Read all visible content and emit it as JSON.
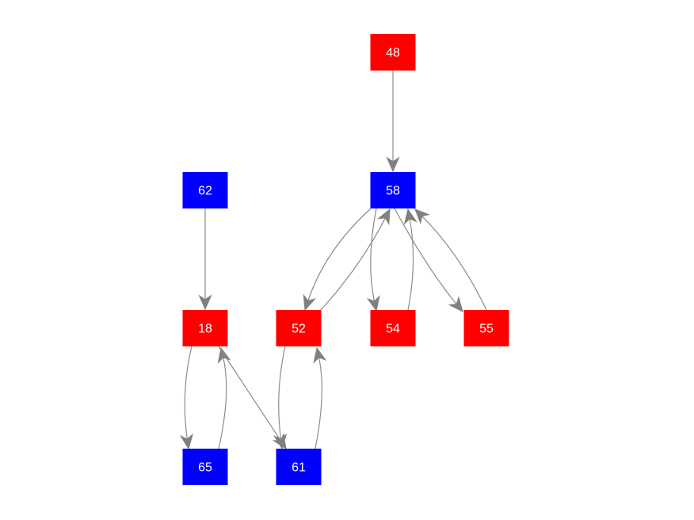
{
  "colors": {
    "red": "#ff0000",
    "blue": "#0000ff",
    "edge": "#8c8c8c",
    "arrow": "#808080",
    "label": "#ffffff",
    "background": "#ffffff"
  },
  "nodes": [
    {
      "id": "n48",
      "label": "48",
      "color": "red"
    },
    {
      "id": "n58",
      "label": "58",
      "color": "blue"
    },
    {
      "id": "n62",
      "label": "62",
      "color": "blue"
    },
    {
      "id": "n18",
      "label": "18",
      "color": "red"
    },
    {
      "id": "n52",
      "label": "52",
      "color": "red"
    },
    {
      "id": "n54",
      "label": "54",
      "color": "red"
    },
    {
      "id": "n55",
      "label": "55",
      "color": "red"
    },
    {
      "id": "n65",
      "label": "65",
      "color": "blue"
    },
    {
      "id": "n61",
      "label": "61",
      "color": "blue"
    }
  ],
  "edges": [
    {
      "from": "48",
      "to": "58"
    },
    {
      "from": "62",
      "to": "18"
    },
    {
      "from": "58",
      "to": "52"
    },
    {
      "from": "52",
      "to": "58"
    },
    {
      "from": "58",
      "to": "54"
    },
    {
      "from": "54",
      "to": "58"
    },
    {
      "from": "58",
      "to": "55"
    },
    {
      "from": "55",
      "to": "58"
    },
    {
      "from": "18",
      "to": "65"
    },
    {
      "from": "65",
      "to": "18"
    },
    {
      "from": "18",
      "to": "61"
    },
    {
      "from": "52",
      "to": "61"
    },
    {
      "from": "61",
      "to": "52"
    }
  ]
}
